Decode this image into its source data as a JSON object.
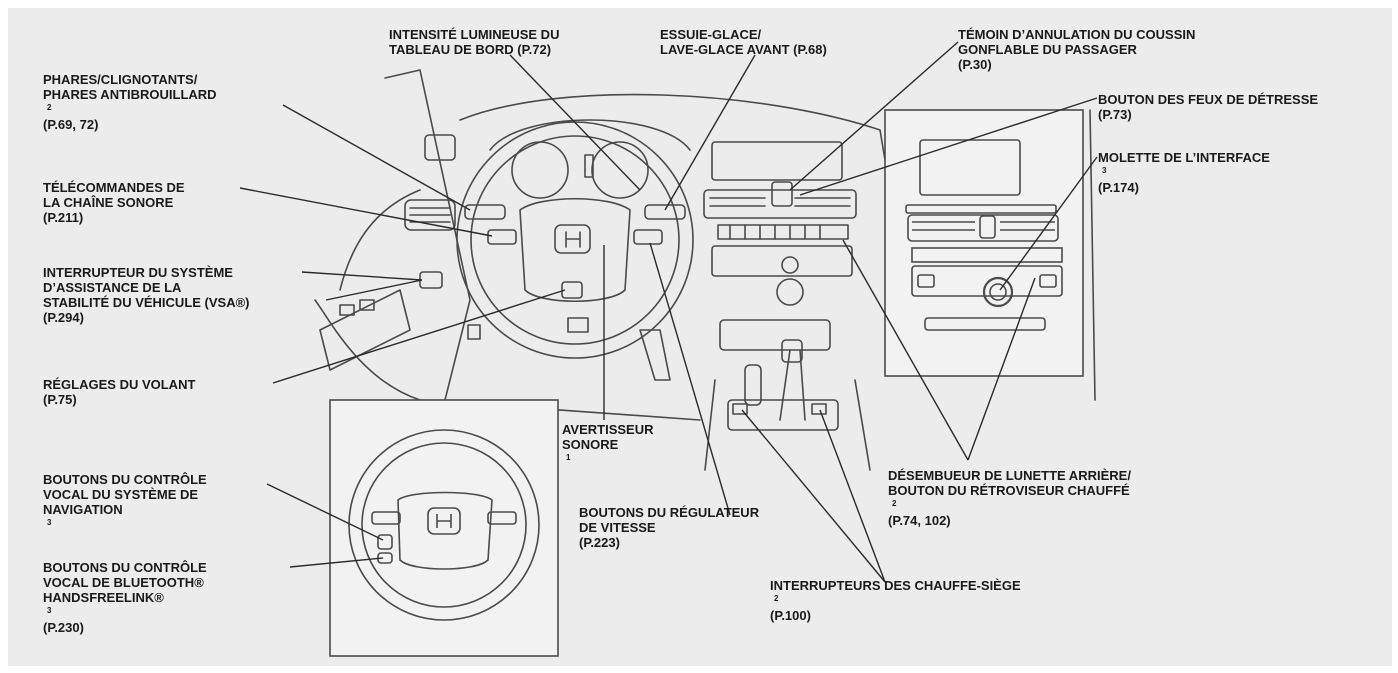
{
  "labels": {
    "phares": {
      "lines": [
        "PHARES/CLIGNOTANTS/",
        "PHARES ANTIBROUILLARD",
        "(P.69, 72)"
      ],
      "note": "2"
    },
    "telecommandes": {
      "lines": [
        "TÉLÉCOMMANDES DE",
        "LA CHAÎNE SONORE",
        "(P.211)"
      ]
    },
    "vsa": {
      "lines": [
        "INTERRUPTEUR DU SYSTÈME",
        "D’ASSISTANCE DE LA",
        "STABILITÉ DU VÉHICULE (VSA®)",
        "(P.294)"
      ]
    },
    "volant": {
      "lines": [
        "RÉGLAGES DU VOLANT",
        "(P.75)"
      ]
    },
    "navigation": {
      "lines": [
        "BOUTONS DU CONTRÔLE",
        "VOCAL DU SYSTÈME DE",
        "NAVIGATION"
      ],
      "note": "3"
    },
    "bluetooth": {
      "lines": [
        "BOUTONS DU CONTRÔLE",
        "VOCAL DE BLUETOOTH®",
        "HANDSFREELINK®",
        "(P.230)"
      ],
      "note": "3"
    },
    "intensite": {
      "lines": [
        "INTENSITÉ LUMINEUSE DU",
        "TABLEAU DE BORD (P.72)"
      ]
    },
    "essuie": {
      "lines": [
        "ESSUIE-GLACE/",
        "LAVE-GLACE AVANT  (P.68)"
      ]
    },
    "temoin": {
      "lines": [
        "TÉMOIN D’ANNULATION DU COUSSIN",
        "GONFLABLE DU PASSAGER",
        "(P.30)"
      ]
    },
    "detresse": {
      "lines": [
        "BOUTON DES FEUX DE DÉTRESSE",
        "(P.73)"
      ]
    },
    "molette": {
      "lines": [
        "MOLETTE DE L’INTERFACE",
        "(P.174)"
      ],
      "note": "3"
    },
    "avertisseur": {
      "lines": [
        "AVERTISSEUR",
        "SONORE"
      ],
      "note": "1"
    },
    "regulateur": {
      "lines": [
        "BOUTONS DU RÉGULATEUR",
        "DE VITESSE",
        "(P.223)"
      ]
    },
    "desembueur": {
      "lines": [
        "DÉSEMBUEUR DE LUNETTE ARRIÈRE/",
        "BOUTON DU RÉTROVISEUR CHAUFFÉ",
        "(P.74, 102)"
      ],
      "note": "2"
    },
    "chauffe": {
      "lines": [
        "INTERRUPTEURS DES CHAUFFE-SIÈGE"
      ],
      "note": "2",
      "suffix": "(P.100)"
    }
  }
}
